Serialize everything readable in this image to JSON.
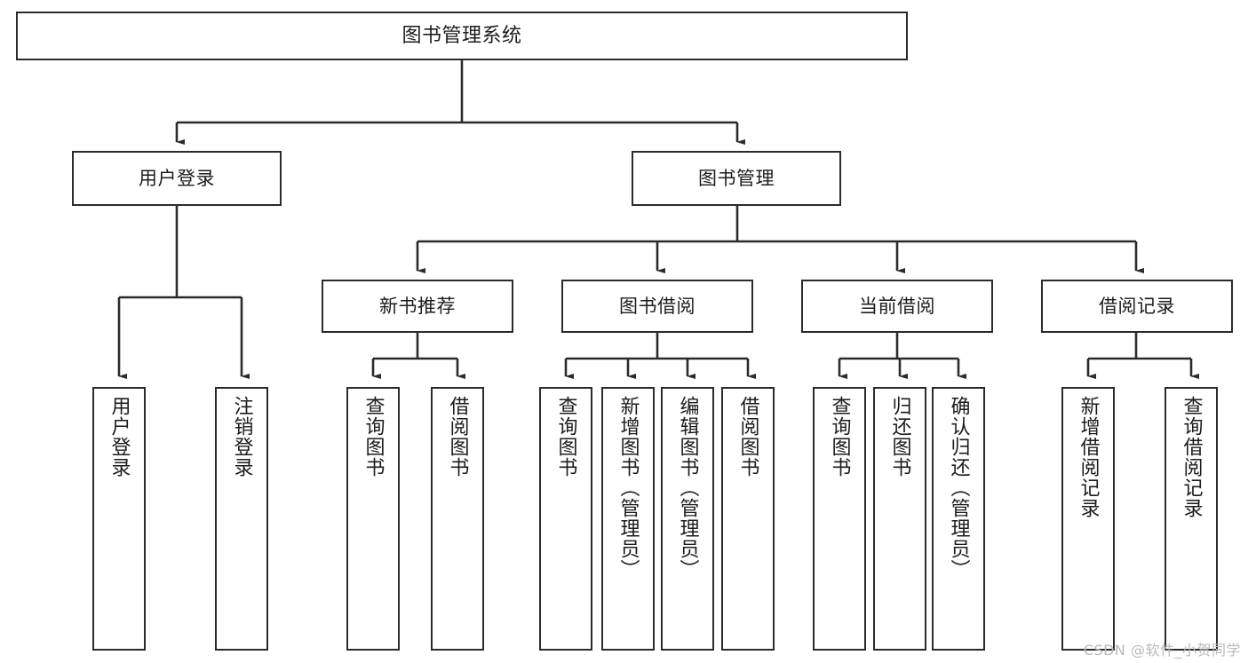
{
  "diagram": {
    "title": "图书管理系统",
    "type": "tree-hierarchy",
    "watermark": "CSDN @软件_小贺同学",
    "colors": {
      "background": "#ffffff",
      "node_border": "#2b2b2b",
      "node_fill": "#ffffff",
      "connector": "#2b2b2b",
      "text": "#1c1c1c",
      "watermark": "#b9b9b9"
    },
    "root": {
      "label": "图书管理系统"
    },
    "level2": [
      {
        "label": "用户登录"
      },
      {
        "label": "图书管理"
      }
    ],
    "level3": [
      {
        "label": "新书推荐"
      },
      {
        "label": "图书借阅"
      },
      {
        "label": "当前借阅"
      },
      {
        "label": "借阅记录"
      }
    ],
    "leaves": {
      "user_login": [
        {
          "label": "用户登录"
        },
        {
          "label": "注销登录"
        }
      ],
      "new_book_recommend": [
        {
          "label": "查询图书"
        },
        {
          "label": "借阅图书"
        }
      ],
      "book_borrow": [
        {
          "label": "查询图书"
        },
        {
          "label": "新增图书（管理员）"
        },
        {
          "label": "编辑图书（管理员）"
        },
        {
          "label": "借阅图书"
        }
      ],
      "current_borrow": [
        {
          "label": "查询图书"
        },
        {
          "label": "归还图书"
        },
        {
          "label": "确认归还（管理员）"
        }
      ],
      "borrow_record": [
        {
          "label": "新增借阅记录"
        },
        {
          "label": "查询借阅记录"
        }
      ]
    }
  }
}
